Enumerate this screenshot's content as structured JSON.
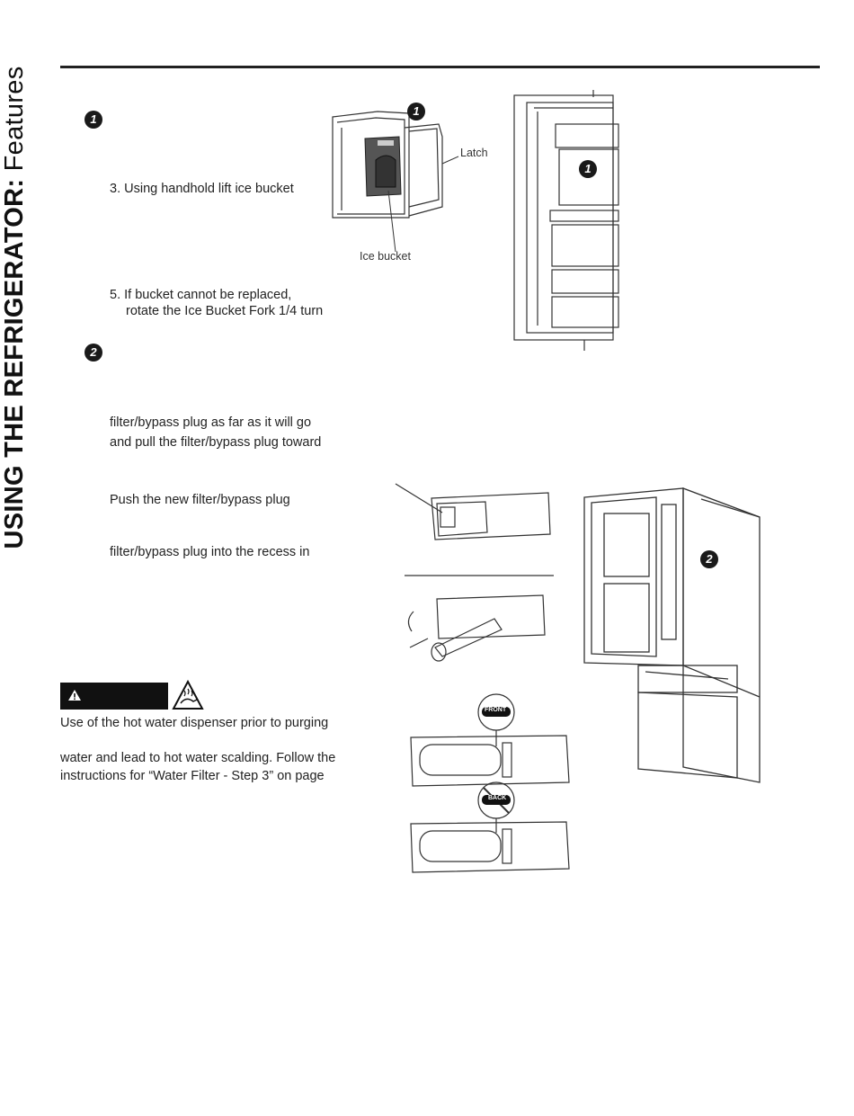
{
  "header": {
    "section_bold": "USING THE REFRIGERATOR:",
    "section_light": "Features"
  },
  "steps": {
    "badge_1": "1",
    "badge_2": "2",
    "icebucket_step3": "3. Using handhold lift ice bucket",
    "icebucket_step5_line1": "5. If bucket cannot be replaced,",
    "icebucket_step5_line2": "rotate the Ice Bucket Fork 1/4 turn",
    "filter_line1": "filter/bypass plug as far as it will go",
    "filter_line2": "and pull the filter/bypass plug toward",
    "filter_line3": "Push the new filter/bypass plug",
    "filter_line4": "filter/bypass plug into the recess in"
  },
  "figures": {
    "latch_label": "Latch",
    "icebucket_label": "Ice bucket",
    "callout_1": "1",
    "callout_2": "2",
    "front_label": "FRONT",
    "back_label": "BACK"
  },
  "warning": {
    "line1": "Use of the hot water dispenser prior to purging",
    "line2": "water and lead to hot water scalding. Follow the",
    "line3": "instructions for “Water Filter - Step 3” on page"
  }
}
